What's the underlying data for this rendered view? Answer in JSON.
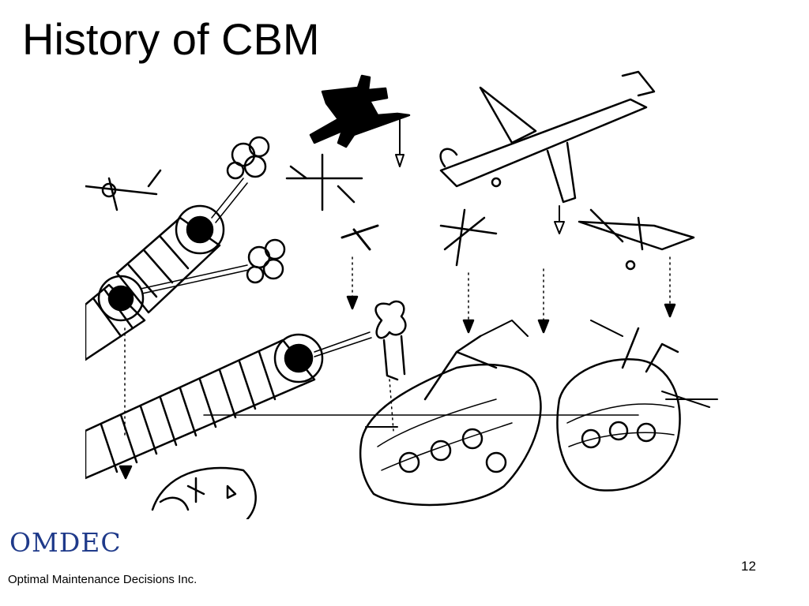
{
  "slide": {
    "title": "History of CBM",
    "page_number": "12"
  },
  "footer": {
    "logo_text": "OMDEC",
    "company_name": "Optimal Maintenance Decisions Inc."
  },
  "colors": {
    "logo": "#1f3a8a",
    "ink": "#000000",
    "background": "#ffffff"
  }
}
